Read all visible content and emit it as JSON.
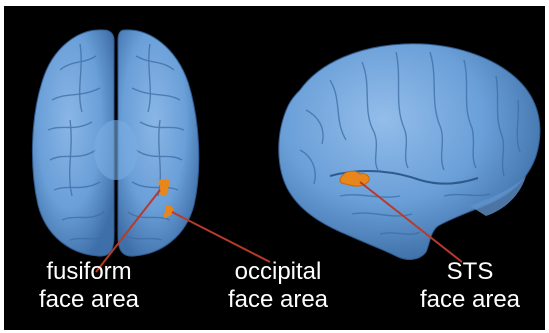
{
  "labels": {
    "fusiform": {
      "line1": "fusiform",
      "line2": "face area"
    },
    "occipital": {
      "line1": "occipital",
      "line2": "face area"
    },
    "sts": {
      "line1": "STS",
      "line2": "face area"
    }
  },
  "colors": {
    "background": "#000000",
    "brain": "#6a9fd8",
    "activation": "#e8861c",
    "leader_line": "#b83a2a",
    "text": "#ffffff"
  }
}
